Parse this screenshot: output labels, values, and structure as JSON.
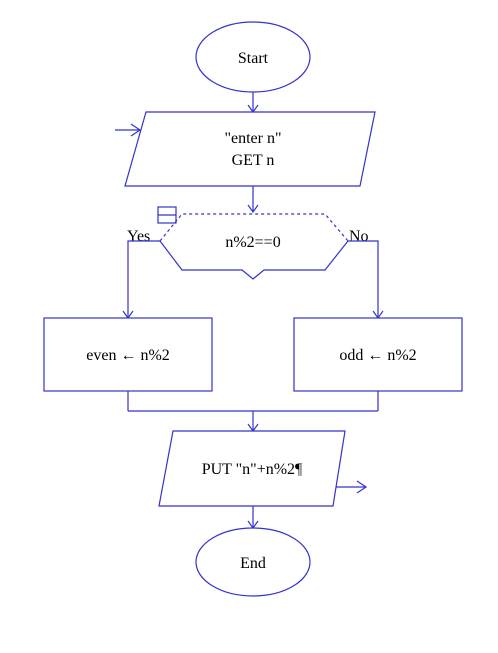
{
  "nodes": {
    "start": "Start",
    "input_line1": "\"enter n\"",
    "input_line2": "GET n",
    "decision": "n%2==0",
    "yes_label": "Yes",
    "no_label": "No",
    "yes_process": "even ← n%2",
    "no_process": "odd ← n%2",
    "output": "PUT \"n\"+n%2¶",
    "end": "End"
  },
  "colors": {
    "stroke": "#3333cc",
    "text": "#000000",
    "background": "#ffffff"
  }
}
